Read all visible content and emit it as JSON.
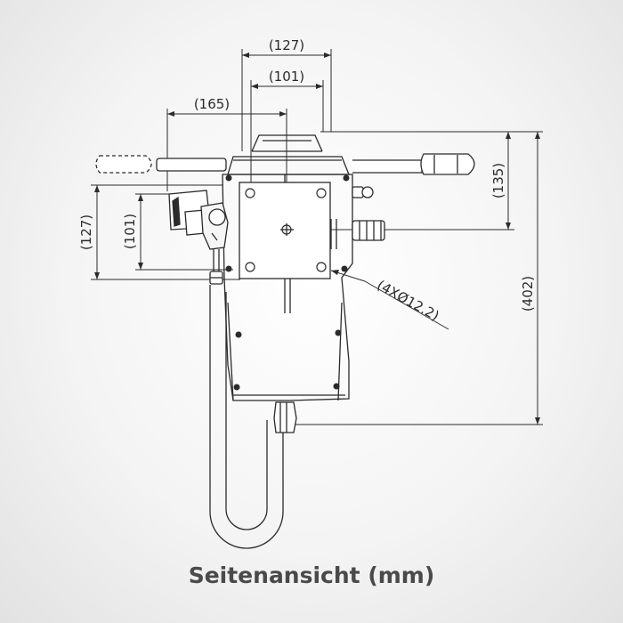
{
  "dimensions": {
    "top_width_outer": "(127)",
    "top_width_inner": "(101)",
    "handle_offset": "(165)",
    "left_height_outer": "(127)",
    "left_height_inner": "(101)",
    "right_height_upper": "(135)",
    "right_height_total": "(402)",
    "holes": "(4XØ12.2)"
  },
  "caption": "Seitenansicht (mm)",
  "colors": {
    "line": "#2b2b2b",
    "background_center": "#ffffff",
    "background_edge": "#e2e2e2",
    "caption": "#4a4a4a"
  }
}
